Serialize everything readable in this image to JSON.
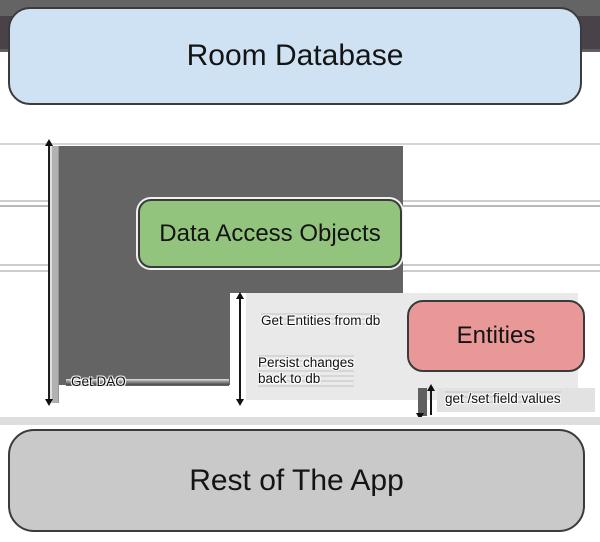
{
  "diagram": {
    "nodes": {
      "room_database": {
        "label": "Room Database",
        "fill": "#cfe2f3"
      },
      "dao": {
        "label": "Data Access Objects",
        "fill": "#93c47d"
      },
      "entities": {
        "label": "Entities",
        "fill": "#e99898"
      },
      "rest_of_app": {
        "label": "Rest of The App",
        "fill": "#c9c9c9"
      }
    },
    "edge_labels": {
      "get_dao": "Get DAO",
      "get_entities": "Get Entities from db",
      "persist_line1": "Persist changes",
      "persist_line2": "back to db",
      "get_set": "get /set field values"
    },
    "colors": {
      "giant_arrow_gray": "#646464",
      "giant_arrow_dark_band": "#494349",
      "get_dao_arrow_silver": "#b1b1b1",
      "panel_light_gray": "#e9e9e9",
      "node_border": "#3b3b3b",
      "text": "#141414"
    }
  }
}
